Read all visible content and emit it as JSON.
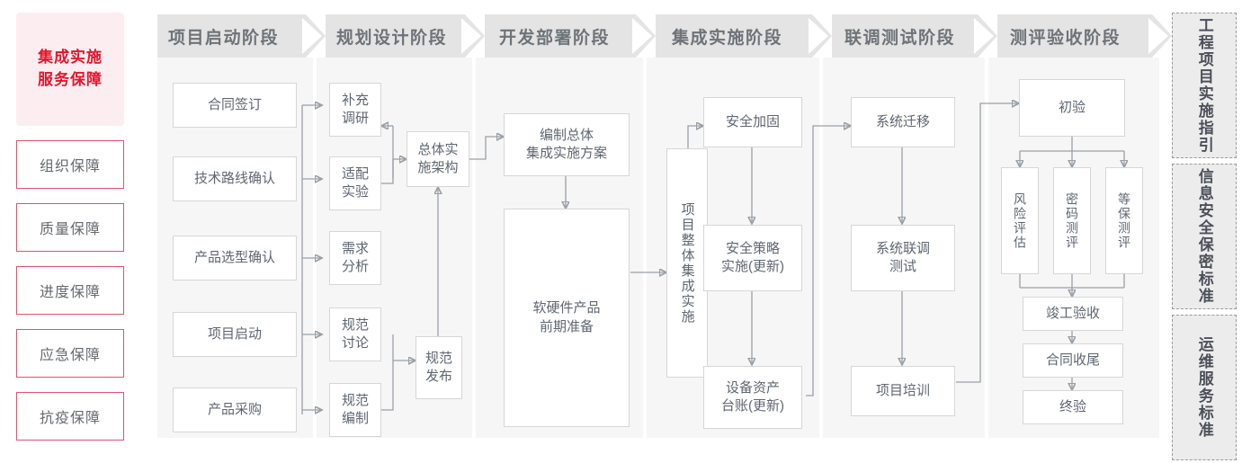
{
  "left_sidebar": {
    "title": "集成实施\n服务保障",
    "title_line1": "集成实施",
    "title_line2": "服务保障",
    "items": [
      {
        "label": "组织保障"
      },
      {
        "label": "质量保障"
      },
      {
        "label": "进度保障"
      },
      {
        "label": "应急保障"
      },
      {
        "label": "抗疫保障"
      }
    ]
  },
  "phases": [
    {
      "label": "项目启动阶段"
    },
    {
      "label": "规划设计阶段"
    },
    {
      "label": "开发部署阶段"
    },
    {
      "label": "集成实施阶段"
    },
    {
      "label": "联调测试阶段"
    },
    {
      "label": "测评验收阶段"
    }
  ],
  "nodes": {
    "p1": [
      {
        "label": "合同签订"
      },
      {
        "label": "技术路线确认"
      },
      {
        "label": "产品选型确认"
      },
      {
        "label": "项目启动"
      },
      {
        "label": "产品采购"
      }
    ],
    "p2_left": [
      {
        "label": "补充\n调研",
        "l1": "补充",
        "l2": "调研"
      },
      {
        "label": "适配\n实验",
        "l1": "适配",
        "l2": "实验"
      },
      {
        "label": "需求\n分析",
        "l1": "需求",
        "l2": "分析"
      },
      {
        "label": "规范\n讨论",
        "l1": "规范",
        "l2": "讨论"
      },
      {
        "label": "规范\n编制",
        "l1": "规范",
        "l2": "编制"
      }
    ],
    "p2_right": [
      {
        "label": "总体实\n施架构",
        "l1": "总体实",
        "l2": "施架构"
      },
      {
        "label": "规范\n发布",
        "l1": "规范",
        "l2": "发布"
      }
    ],
    "p3": [
      {
        "label": "编制总体\n集成实施方案",
        "l1": "编制总体",
        "l2": "集成实施方案"
      },
      {
        "label": "软硬件产品\n前期准备",
        "l1": "软硬件产品",
        "l2": "前期准备"
      }
    ],
    "p4": [
      {
        "label": "项目整体集成实施"
      },
      {
        "label": "安全加固"
      },
      {
        "label": "安全策略\n实施(更新)",
        "l1": "安全策略",
        "l2": "实施(更新)"
      },
      {
        "label": "设备资产\n台账(更新)",
        "l1": "设备资产",
        "l2": "台账(更新)"
      }
    ],
    "p5": [
      {
        "label": "系统迁移"
      },
      {
        "label": "系统联调\n测试",
        "l1": "系统联调",
        "l2": "测试"
      },
      {
        "label": "项目培训"
      }
    ],
    "p6": [
      {
        "label": "初验"
      },
      {
        "label": "风险评估"
      },
      {
        "label": "密码测评"
      },
      {
        "label": "等保测评"
      },
      {
        "label": "竣工验收"
      },
      {
        "label": "合同收尾"
      },
      {
        "label": "终验"
      }
    ]
  },
  "right_sidebar": {
    "items": [
      {
        "label": "工程项目实施指引"
      },
      {
        "label": "信息安全保密标准"
      },
      {
        "label": "运维服务标准"
      }
    ]
  },
  "colors": {
    "accent_red": "#e8142d",
    "accent_pink_bg": "#fceef0",
    "accent_border": "#e0536a",
    "header_gray": "#e4e4e4",
    "column_bg": "#f6f6f6",
    "node_border": "#d6d6d6",
    "node_text": "#5f6671",
    "wire": "#9aa0a6",
    "page_bg": "#ffffff"
  }
}
